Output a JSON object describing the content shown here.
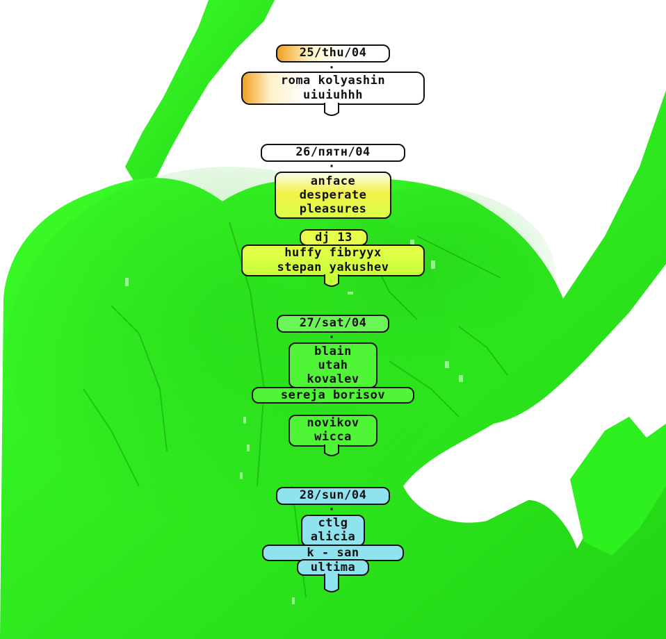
{
  "colors": {
    "figure": "#2ef01f",
    "figure_shadow": "#1fbf10",
    "background": "#ffffff",
    "accent_orange": "#f0a022",
    "accent_yellow": "#f4f14a",
    "accent_cyan": "#8fe3ef",
    "outline": "#111111"
  },
  "days": [
    {
      "date_label": "25/thu/04",
      "separator": "·",
      "artists": [
        "roma   kolyashin",
        "uiuiuhhh"
      ]
    },
    {
      "date_label": "26/пятн/04",
      "separator": "·",
      "artists": [
        "anface",
        "desperate",
        "pleasures",
        "dj 13",
        "huffy  fibryyx",
        "stepan yakushev"
      ]
    },
    {
      "date_label": "27/sat/04",
      "separator": "·",
      "artists": [
        "blain",
        "utah",
        "kovalev",
        "sereja  borisov",
        "novikov",
        "wicca"
      ]
    },
    {
      "date_label": "28/sun/04",
      "separator": "·",
      "artists": [
        "ctlg",
        "alicia",
        "k     -     san",
        "ultima"
      ]
    }
  ]
}
